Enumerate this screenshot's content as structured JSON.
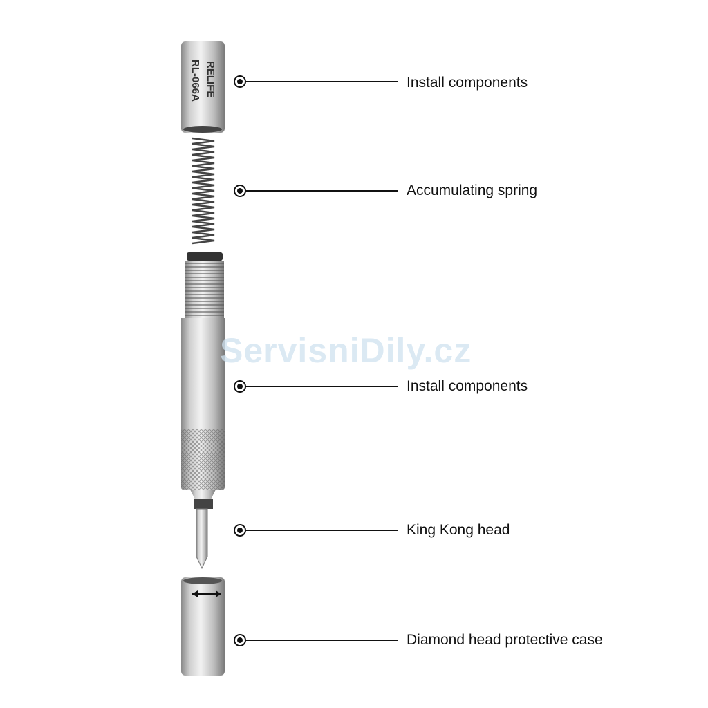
{
  "product": {
    "brand": "RELIFE",
    "model": "RL-066A"
  },
  "watermark": "ServisniDily.cz",
  "callouts": [
    {
      "label": "Install components"
    },
    {
      "label": "Accumulating spring"
    },
    {
      "label": "Install components"
    },
    {
      "label": "King Kong head"
    },
    {
      "label": "Diamond head protective case"
    }
  ],
  "colors": {
    "metal_light": "#e4e4e4",
    "metal_dark": "#8a8a8a",
    "line": "#111111"
  }
}
